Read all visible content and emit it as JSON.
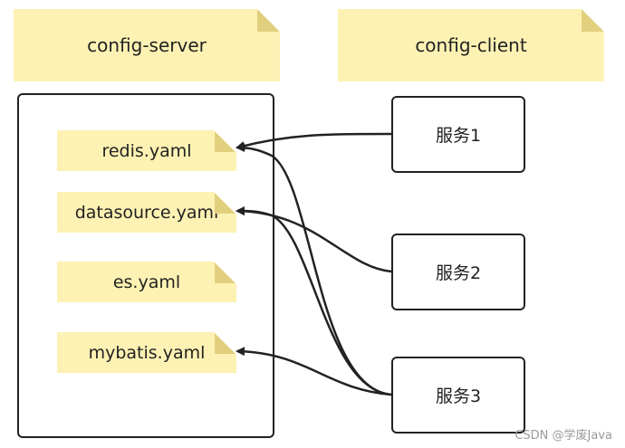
{
  "titles": {
    "server": "config-server",
    "client": "config-client"
  },
  "files": [
    {
      "label": "redis.yaml"
    },
    {
      "label": "datasource.yaml"
    },
    {
      "label": "es.yaml"
    },
    {
      "label": "mybatis.yaml"
    }
  ],
  "services": [
    {
      "label": "服务1"
    },
    {
      "label": "服务2"
    },
    {
      "label": "服务3"
    }
  ],
  "watermark": "CSDN @学废Java",
  "colors": {
    "note_fill": "#fdf2b3",
    "note_fold": "#e2cf7d",
    "stroke": "#222222"
  }
}
